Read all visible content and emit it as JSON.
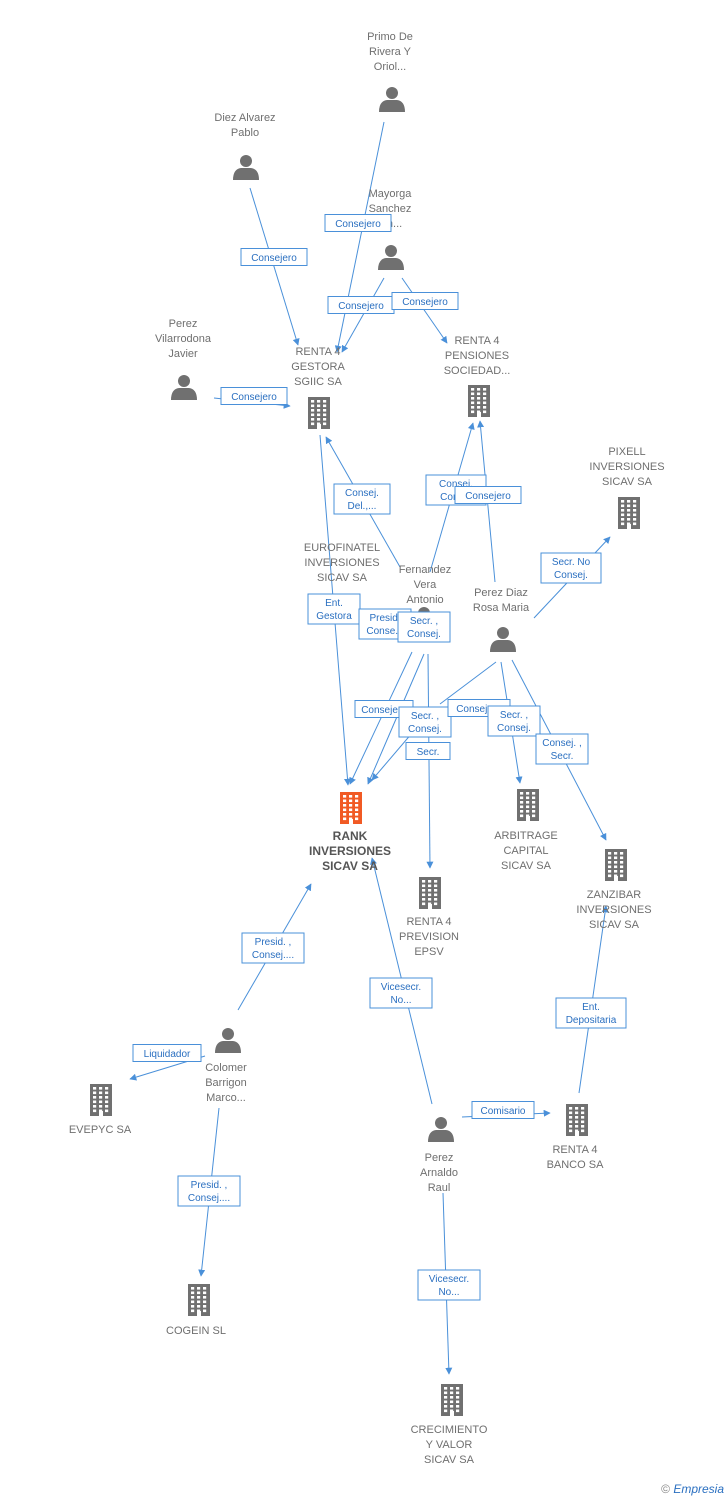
{
  "nodes": [
    {
      "id": "primo",
      "type": "person",
      "lines": [
        "Primo De",
        "Rivera Y",
        "Oriol..."
      ]
    },
    {
      "id": "diez",
      "type": "person",
      "lines": [
        "Diez Alvarez",
        "Pablo"
      ]
    },
    {
      "id": "mayorga",
      "type": "person",
      "lines": [
        "Mayorga",
        "Sanchez",
        "...n..."
      ]
    },
    {
      "id": "perezv",
      "type": "person",
      "lines": [
        "Perez",
        "Vilarrodona",
        "Javier"
      ]
    },
    {
      "id": "renta4gestora",
      "type": "company",
      "lines": [
        "RENTA 4",
        "GESTORA",
        "SGIIC SA"
      ]
    },
    {
      "id": "renta4pensiones",
      "type": "company",
      "lines": [
        "RENTA 4",
        "PENSIONES",
        "SOCIEDAD..."
      ]
    },
    {
      "id": "pixell",
      "type": "company",
      "lines": [
        "PIXELL",
        "INVERSIONES",
        "SICAV SA"
      ]
    },
    {
      "id": "eurofinatel",
      "type": "company",
      "lines": [
        "EUROFINATEL",
        "INVERSIONES",
        "SICAV SA"
      ]
    },
    {
      "id": "fernandez",
      "type": "person",
      "lines": [
        "Fernandez",
        "Vera",
        "Antonio"
      ]
    },
    {
      "id": "perezdiaz",
      "type": "person",
      "lines": [
        "Perez Diaz",
        "Rosa Maria"
      ]
    },
    {
      "id": "rank",
      "type": "company-main",
      "lines": [
        "RANK",
        "INVERSIONES",
        "SICAV SA"
      ]
    },
    {
      "id": "arbitrage",
      "type": "company",
      "lines": [
        "ARBITRAGE",
        "CAPITAL",
        "SICAV SA"
      ]
    },
    {
      "id": "renta4prevision",
      "type": "company",
      "lines": [
        "RENTA 4",
        "PREVISION",
        "EPSV"
      ]
    },
    {
      "id": "zanzibar",
      "type": "company",
      "lines": [
        "ZANZIBAR",
        "INVERSIONES",
        "SICAV SA"
      ]
    },
    {
      "id": "colomer",
      "type": "person",
      "lines": [
        "Colomer",
        "Barrigon",
        "Marco..."
      ]
    },
    {
      "id": "evepyc",
      "type": "company",
      "lines": [
        "EVEPYC SA"
      ]
    },
    {
      "id": "perezarnaldo",
      "type": "person",
      "lines": [
        "Perez",
        "Arnaldo",
        "Raul"
      ]
    },
    {
      "id": "renta4banco",
      "type": "company",
      "lines": [
        "RENTA 4",
        "BANCO SA"
      ]
    },
    {
      "id": "cogein",
      "type": "company",
      "lines": [
        "COGEIN SL"
      ]
    },
    {
      "id": "crecimiento",
      "type": "company",
      "lines": [
        "CRECIMIENTO",
        "Y VALOR",
        "SICAV SA"
      ]
    }
  ],
  "edges": [
    {
      "id": "e1",
      "lines": [
        "Consejero"
      ]
    },
    {
      "id": "e2",
      "lines": [
        "Consejero"
      ]
    },
    {
      "id": "e3",
      "lines": [
        "Consejero"
      ]
    },
    {
      "id": "e4",
      "lines": [
        "Consejero"
      ]
    },
    {
      "id": "e5",
      "lines": [
        "Consejero"
      ]
    },
    {
      "id": "e6",
      "lines": [
        "Consej.",
        "Del.,..."
      ]
    },
    {
      "id": "e7",
      "lines": [
        "Consej.",
        "Cons..."
      ]
    },
    {
      "id": "e8",
      "lines": [
        "Consejero"
      ]
    },
    {
      "id": "e9",
      "lines": [
        "Secr.  No",
        "Consej."
      ]
    },
    {
      "id": "e10",
      "lines": [
        "Ent.",
        "Gestora"
      ]
    },
    {
      "id": "e11",
      "lines": [
        "Presid.",
        "Conse..."
      ]
    },
    {
      "id": "e12",
      "lines": [
        "Secr. ,",
        "Consej."
      ]
    },
    {
      "id": "e13",
      "lines": [
        "Consejero"
      ]
    },
    {
      "id": "e14",
      "lines": [
        "Secr. ,",
        "Consej."
      ]
    },
    {
      "id": "e15",
      "lines": [
        "Secr."
      ]
    },
    {
      "id": "e16",
      "lines": [
        "Consejero"
      ]
    },
    {
      "id": "e17",
      "lines": [
        "Secr. ,",
        "Consej."
      ]
    },
    {
      "id": "e18",
      "lines": [
        "Consej. ,",
        "Secr."
      ]
    },
    {
      "id": "e19",
      "lines": [
        "Presid. ,",
        "Consej...."
      ]
    },
    {
      "id": "e20",
      "lines": [
        "Vicesecr.",
        "No..."
      ]
    },
    {
      "id": "e21",
      "lines": [
        "Liquidador"
      ]
    },
    {
      "id": "e22",
      "lines": [
        "Presid. ,",
        "Consej...."
      ]
    },
    {
      "id": "e23",
      "lines": [
        "Comisario"
      ]
    },
    {
      "id": "e24",
      "lines": [
        "Ent.",
        "Depositaria"
      ]
    },
    {
      "id": "e25",
      "lines": [
        "Vicesecr.",
        "No..."
      ]
    }
  ],
  "colors": {
    "edge": "#4a90d9",
    "edge_text": "#2a6fc0",
    "node_icon": "#707070",
    "main_icon": "#f15a24"
  },
  "footer": {
    "copyright": "©",
    "brand": "Empresia"
  }
}
